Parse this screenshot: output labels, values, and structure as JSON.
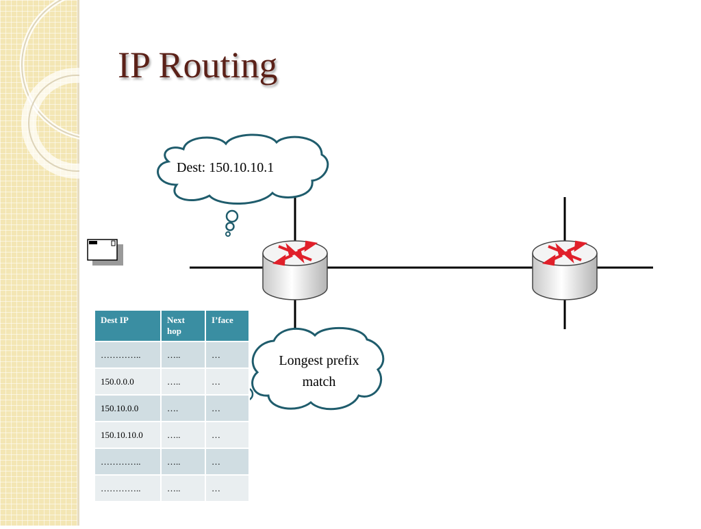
{
  "slide": {
    "title": "IP Routing",
    "dest_callout": "Dest: 150.10.10.1",
    "match_callout_line1": "Longest prefix",
    "match_callout_line2": "match"
  },
  "routing_table": {
    "headers": [
      "Dest IP",
      "Next hop",
      "I’face"
    ],
    "rows": [
      [
        "…………..",
        "…..",
        "…"
      ],
      [
        "150.0.0.0",
        "…..",
        "…"
      ],
      [
        "150.10.0.0",
        "….",
        "…"
      ],
      [
        "150.10.10.0",
        "…..",
        "…"
      ],
      [
        "…………..",
        "…..",
        "…"
      ],
      [
        "…………..",
        "…..",
        "…"
      ]
    ]
  },
  "colors": {
    "title": "#5b2118",
    "header_bg": "#3a8ea2",
    "callout_border": "#1f5c6c",
    "router_arrows": "#e0202a"
  },
  "icons": [
    "router-icon",
    "packet-icon",
    "cloud-callout"
  ]
}
